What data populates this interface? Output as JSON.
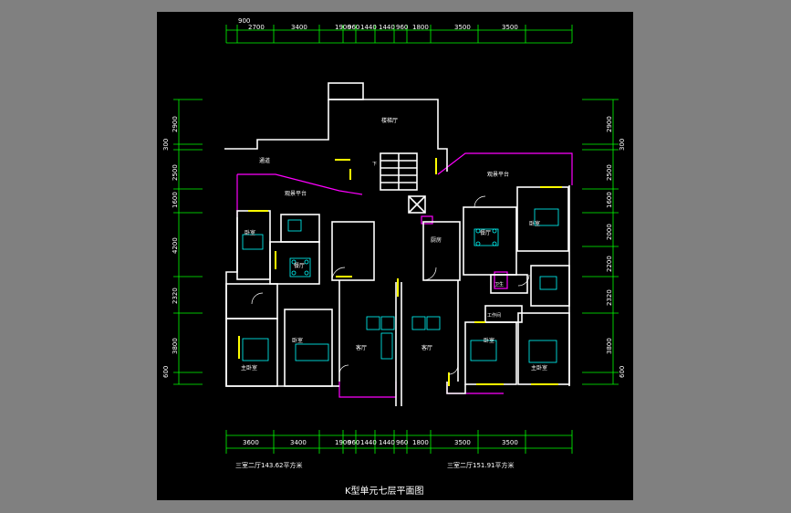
{
  "title": "K型单元七层平面图",
  "area_left": "三室二厅143.62平方米",
  "area_right": "三室二厅151.91平方米",
  "dims_top": [
    "900",
    "2700",
    "3400",
    "1900",
    "960",
    "1440",
    "1440",
    "960",
    "1800",
    "3500",
    "3500"
  ],
  "dims_bottom": [
    "3600",
    "3400",
    "1900",
    "960",
    "1440",
    "1440",
    "960",
    "1800",
    "3500",
    "3500"
  ],
  "dims_left": [
    "2900",
    "300",
    "2500",
    "1600",
    "4200",
    "2320",
    "3800",
    "600"
  ],
  "dims_right": [
    "2900",
    "300",
    "2500",
    "1600",
    "2000",
    "2200",
    "2320",
    "3800",
    "600"
  ],
  "rooms": {
    "stair_hall": "楼梯厅",
    "corridor": "通道",
    "garden_left": "观景平台",
    "garden_right": "观景平台",
    "bedroom_l1": "卧室",
    "dining_l": "餐厅",
    "master_l": "主卧室",
    "bedroom_l2": "卧室",
    "living_l": "客厅",
    "living_r": "客厅",
    "kitchen_r": "厨房",
    "dining_r": "餐厅",
    "bedroom_r1": "卧室",
    "toilet_r": "卫生",
    "study_r": "工作间",
    "bedroom_r2": "卧室",
    "master_r": "主卧室",
    "up": "下"
  },
  "colors": {
    "wall": "#ffffff",
    "dim": "#00ff00",
    "magenta": "#ff00ff",
    "yellow": "#ffff00",
    "cyan": "#00ffff",
    "background": "#000000"
  }
}
